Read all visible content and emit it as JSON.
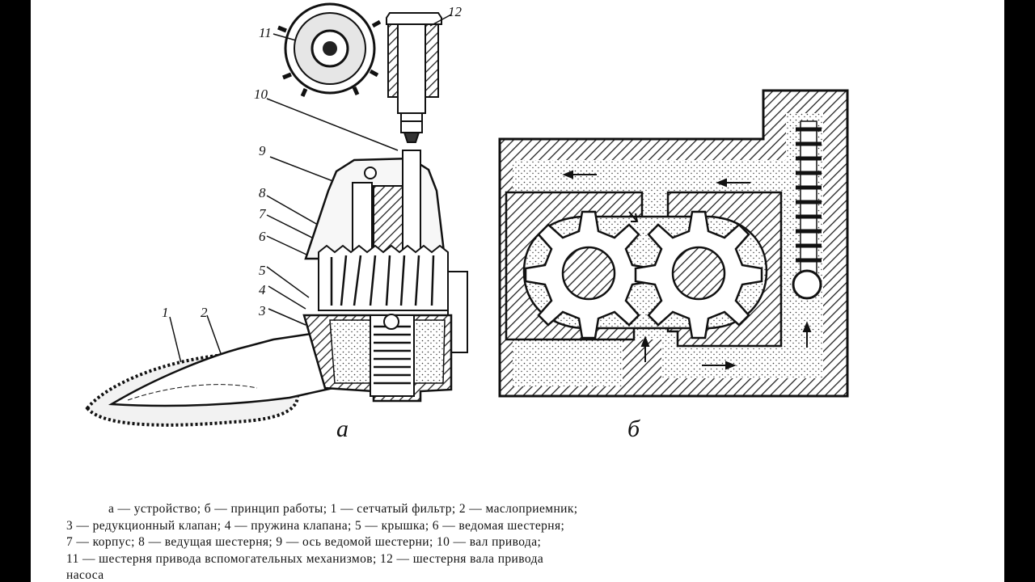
{
  "figure": {
    "part_labels": [
      "1",
      "2",
      "3",
      "4",
      "5",
      "6",
      "7",
      "8",
      "9",
      "10",
      "11",
      "12"
    ],
    "view_a_label": "а",
    "view_b_label": "б"
  },
  "caption": {
    "line1": "а — устройство; б — принцип работы; 1 — сетчатый фильтр; 2 — маслоприемник;",
    "line2": "3 — редукционный клапан; 4 — пружина клапана; 5 — крышка; 6 — ведомая шестерня;",
    "line3": "7 — корпус; 8 — ведущая шестерня; 9 — ось ведомой шестерни; 10 — вал привода;",
    "line4": "11 — шестерня привода вспомогательных механизмов; 12 — шестерня вала привода",
    "line5": "насоса"
  }
}
